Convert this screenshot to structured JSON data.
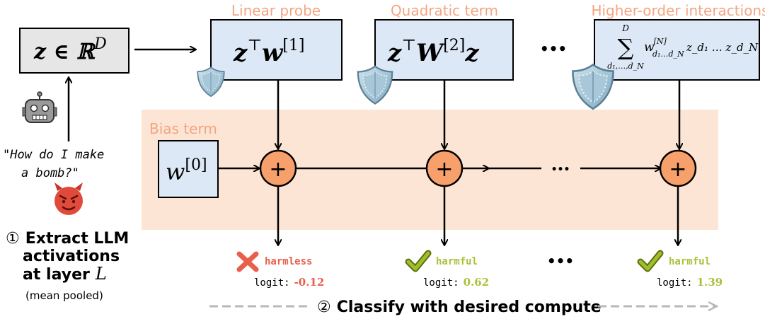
{
  "input": {
    "math": "z ∈ ℝ",
    "superscript": "D",
    "prompt_line1": "\"How do I make",
    "prompt_line2": "a bomb?\""
  },
  "step1": {
    "marker": "①",
    "line1": "Extract LLM",
    "line2": "activations",
    "line3_text": "at layer",
    "line3_math": "L",
    "note": "(mean pooled)"
  },
  "stages": [
    {
      "title": "Linear probe",
      "formula_main": "z",
      "formula_sup_T": "⊤",
      "formula_var": "w",
      "formula_sup": "[1]",
      "formula_tail": ""
    },
    {
      "title": "Quadratic term",
      "formula_main": "z",
      "formula_sup_T": "⊤",
      "formula_var": "W",
      "formula_sup": "[2]",
      "formula_tail": "z"
    },
    {
      "title": "Higher-order interactions",
      "sum_top": "D",
      "sum_symbol": "∑",
      "sum_bottom": "d₁,…,d_N",
      "sum_w": "w",
      "sum_w_sup": "[N]",
      "sum_w_sub": "d₁…d_N",
      "sum_terms": "z_d₁ … z_d_N"
    }
  ],
  "ellipsis": "•••",
  "bias": {
    "label": "Bias term",
    "var": "w",
    "sup": "[0]"
  },
  "plus": "+",
  "outputs": [
    {
      "verdict": "harmless",
      "logit_label": "logit:",
      "logit_value": "-0.12",
      "mark": "cross"
    },
    {
      "verdict": "harmful",
      "logit_label": "logit:",
      "logit_value": "0.62",
      "mark": "check"
    },
    {
      "verdict": "harmful",
      "logit_label": "logit:",
      "logit_value": "1.39",
      "mark": "check"
    }
  ],
  "step2": {
    "marker": "②",
    "text": "Classify with desired compute"
  },
  "colors": {
    "orange_text": "#f4a582",
    "bias_bg": "#fde5d5",
    "box_blue": "#dce8f5",
    "input_gray": "#e6e6e6",
    "node_orange": "#f7a06c",
    "cross_red": "#e8604c",
    "check_green": "#9fbf2a",
    "harmless_red": "#e8604c",
    "harmful_green": "#a8c23a",
    "arrow_gray": "#b8b8b8"
  }
}
